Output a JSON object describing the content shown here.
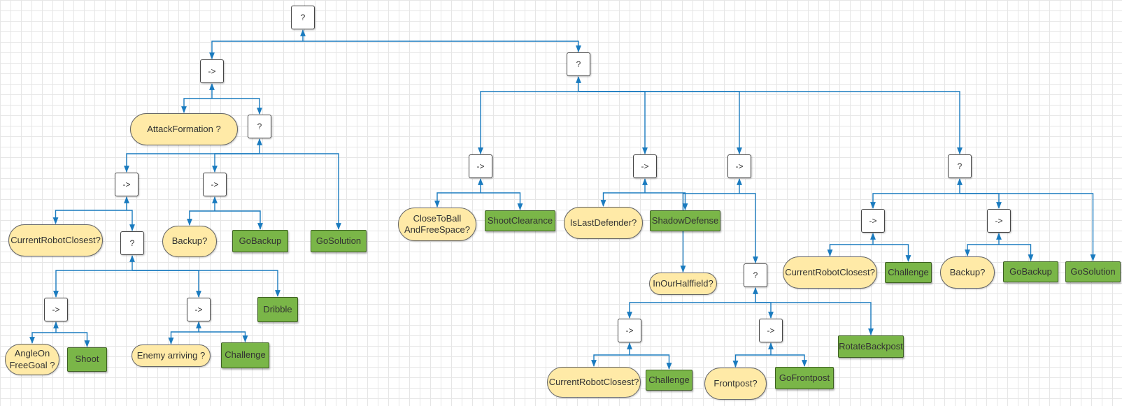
{
  "diagram": {
    "type": "behavior-tree",
    "colors": {
      "edge": "#1a7bbf",
      "condition_fill": "#ffeaa7",
      "action_fill": "#7ab648",
      "control_fill": "#ffffff"
    },
    "nodes": {
      "root": {
        "label": "?",
        "kind": "control"
      },
      "seq_attack": {
        "label": "->",
        "kind": "control"
      },
      "cond_attackformation": {
        "label": "AttackFormation ?",
        "kind": "condition"
      },
      "sel_attack": {
        "label": "?",
        "kind": "control"
      },
      "seq_ball": {
        "label": "->",
        "kind": "control"
      },
      "cond_currentrobotclosest_1": {
        "label": "CurrentRobotClosest?",
        "kind": "condition"
      },
      "sel_ball": {
        "label": "?",
        "kind": "control"
      },
      "seq_shoot": {
        "label": "->",
        "kind": "control"
      },
      "cond_angleonfreegoal": {
        "label": "AngleOn\nFreeGoal ?",
        "kind": "condition"
      },
      "act_shoot": {
        "label": "Shoot",
        "kind": "action"
      },
      "seq_enemy": {
        "label": "->",
        "kind": "control"
      },
      "cond_enemyarriving": {
        "label": "Enemy arriving ?",
        "kind": "condition"
      },
      "act_challenge_1": {
        "label": "Challenge",
        "kind": "action"
      },
      "act_dribble": {
        "label": "Dribble",
        "kind": "action"
      },
      "seq_backup_1": {
        "label": "->",
        "kind": "control"
      },
      "cond_backup_1": {
        "label": "Backup?",
        "kind": "condition"
      },
      "act_gobackup_1": {
        "label": "GoBackup",
        "kind": "action"
      },
      "act_gosolution_1": {
        "label": "GoSolution",
        "kind": "action"
      },
      "sel_defense": {
        "label": "?",
        "kind": "control"
      },
      "seq_clearance": {
        "label": "->",
        "kind": "control"
      },
      "cond_closetoball": {
        "label": "CloseToBall\nAndFreeSpace?",
        "kind": "condition"
      },
      "act_shootclearance": {
        "label": "ShootClearance",
        "kind": "action"
      },
      "seq_lastdefender": {
        "label": "->",
        "kind": "control"
      },
      "cond_islastdefender": {
        "label": "IsLastDefender?",
        "kind": "condition"
      },
      "act_shadowdefense": {
        "label": "ShadowDefense",
        "kind": "action"
      },
      "seq_halffield": {
        "label": "->",
        "kind": "control"
      },
      "cond_inourhalffield": {
        "label": "InOurHalffield?",
        "kind": "condition"
      },
      "sel_halffield": {
        "label": "?",
        "kind": "control"
      },
      "seq_challenge_2": {
        "label": "->",
        "kind": "control"
      },
      "cond_currentrobotclosest_2": {
        "label": "CurrentRobotClosest?",
        "kind": "condition"
      },
      "act_challenge_2": {
        "label": "Challenge",
        "kind": "action"
      },
      "seq_frontpost": {
        "label": "->",
        "kind": "control"
      },
      "cond_frontpost": {
        "label": "Frontpost?",
        "kind": "condition"
      },
      "act_gofrontpost": {
        "label": "GoFrontpost",
        "kind": "action"
      },
      "act_rotatebackpost": {
        "label": "RotateBackpost",
        "kind": "action"
      },
      "sel_other": {
        "label": "?",
        "kind": "control"
      },
      "seq_challenge_3": {
        "label": "->",
        "kind": "control"
      },
      "cond_currentrobotclosest_3": {
        "label": "CurrentRobotClosest?",
        "kind": "condition"
      },
      "act_challenge_3": {
        "label": "Challenge",
        "kind": "action"
      },
      "seq_backup_2": {
        "label": "->",
        "kind": "control"
      },
      "cond_backup_2": {
        "label": "Backup?",
        "kind": "condition"
      },
      "act_gobackup_2": {
        "label": "GoBackup",
        "kind": "action"
      },
      "act_gosolution_2": {
        "label": "GoSolution",
        "kind": "action"
      }
    },
    "edges": [
      [
        "root",
        "seq_attack"
      ],
      [
        "root",
        "sel_defense"
      ],
      [
        "seq_attack",
        "cond_attackformation"
      ],
      [
        "seq_attack",
        "sel_attack"
      ],
      [
        "sel_attack",
        "seq_ball"
      ],
      [
        "sel_attack",
        "seq_backup_1"
      ],
      [
        "sel_attack",
        "act_gosolution_1"
      ],
      [
        "seq_ball",
        "cond_currentrobotclosest_1"
      ],
      [
        "seq_ball",
        "sel_ball"
      ],
      [
        "sel_ball",
        "seq_shoot"
      ],
      [
        "sel_ball",
        "seq_enemy"
      ],
      [
        "sel_ball",
        "act_dribble"
      ],
      [
        "seq_shoot",
        "cond_angleonfreegoal"
      ],
      [
        "seq_shoot",
        "act_shoot"
      ],
      [
        "seq_enemy",
        "cond_enemyarriving"
      ],
      [
        "seq_enemy",
        "act_challenge_1"
      ],
      [
        "seq_backup_1",
        "cond_backup_1"
      ],
      [
        "seq_backup_1",
        "act_gobackup_1"
      ],
      [
        "sel_defense",
        "seq_clearance"
      ],
      [
        "sel_defense",
        "seq_lastdefender"
      ],
      [
        "sel_defense",
        "seq_halffield"
      ],
      [
        "sel_defense",
        "sel_other"
      ],
      [
        "seq_clearance",
        "cond_closetoball"
      ],
      [
        "seq_clearance",
        "act_shootclearance"
      ],
      [
        "seq_lastdefender",
        "cond_islastdefender"
      ],
      [
        "seq_lastdefender",
        "act_shadowdefense"
      ],
      [
        "seq_halffield",
        "cond_inourhalffield"
      ],
      [
        "seq_halffield",
        "sel_halffield"
      ],
      [
        "sel_halffield",
        "seq_challenge_2"
      ],
      [
        "sel_halffield",
        "seq_frontpost"
      ],
      [
        "sel_halffield",
        "act_rotatebackpost"
      ],
      [
        "seq_challenge_2",
        "cond_currentrobotclosest_2"
      ],
      [
        "seq_challenge_2",
        "act_challenge_2"
      ],
      [
        "seq_frontpost",
        "cond_frontpost"
      ],
      [
        "seq_frontpost",
        "act_gofrontpost"
      ],
      [
        "sel_other",
        "seq_challenge_3"
      ],
      [
        "sel_other",
        "seq_backup_2"
      ],
      [
        "sel_other",
        "act_gosolution_2"
      ],
      [
        "seq_challenge_3",
        "cond_currentrobotclosest_3"
      ],
      [
        "seq_challenge_3",
        "act_challenge_3"
      ],
      [
        "seq_backup_2",
        "cond_backup_2"
      ],
      [
        "seq_backup_2",
        "act_gobackup_2"
      ]
    ]
  }
}
